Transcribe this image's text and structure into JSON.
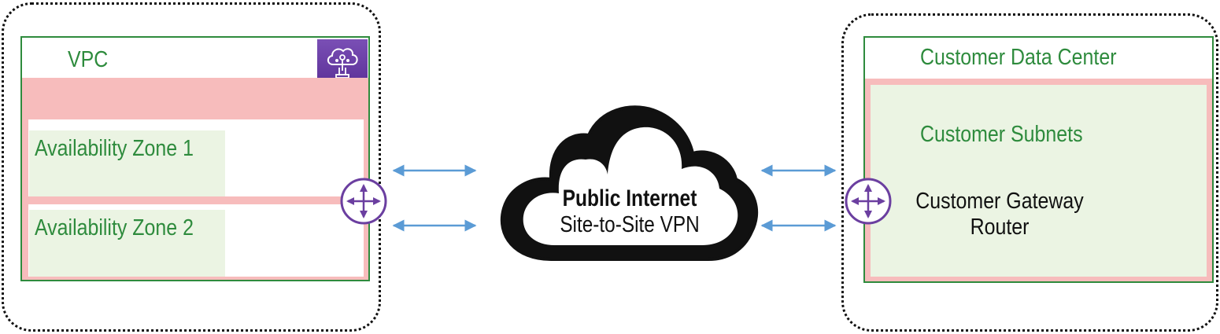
{
  "vpc": {
    "label": "VPC",
    "icon": "vpc-cloud-icon",
    "zones": [
      "Availability Zone 1",
      "Availability Zone 2"
    ]
  },
  "cloud": {
    "title": "Public Internet",
    "subtitle": "Site-to-Site VPN"
  },
  "datacenter": {
    "label": "Customer Data Center",
    "subnets_label": "Customer Subnets",
    "gateway_label_line1": "Customer Gateway",
    "gateway_label_line2": "Router"
  },
  "colors": {
    "green": "#2e8b3d",
    "pink": "#f7bcbc",
    "zone_fill": "#ebf4e3",
    "router_purple": "#6b3fa0",
    "arrow_blue": "#5b9bd5",
    "icon_bg": "#6b3fa0"
  }
}
